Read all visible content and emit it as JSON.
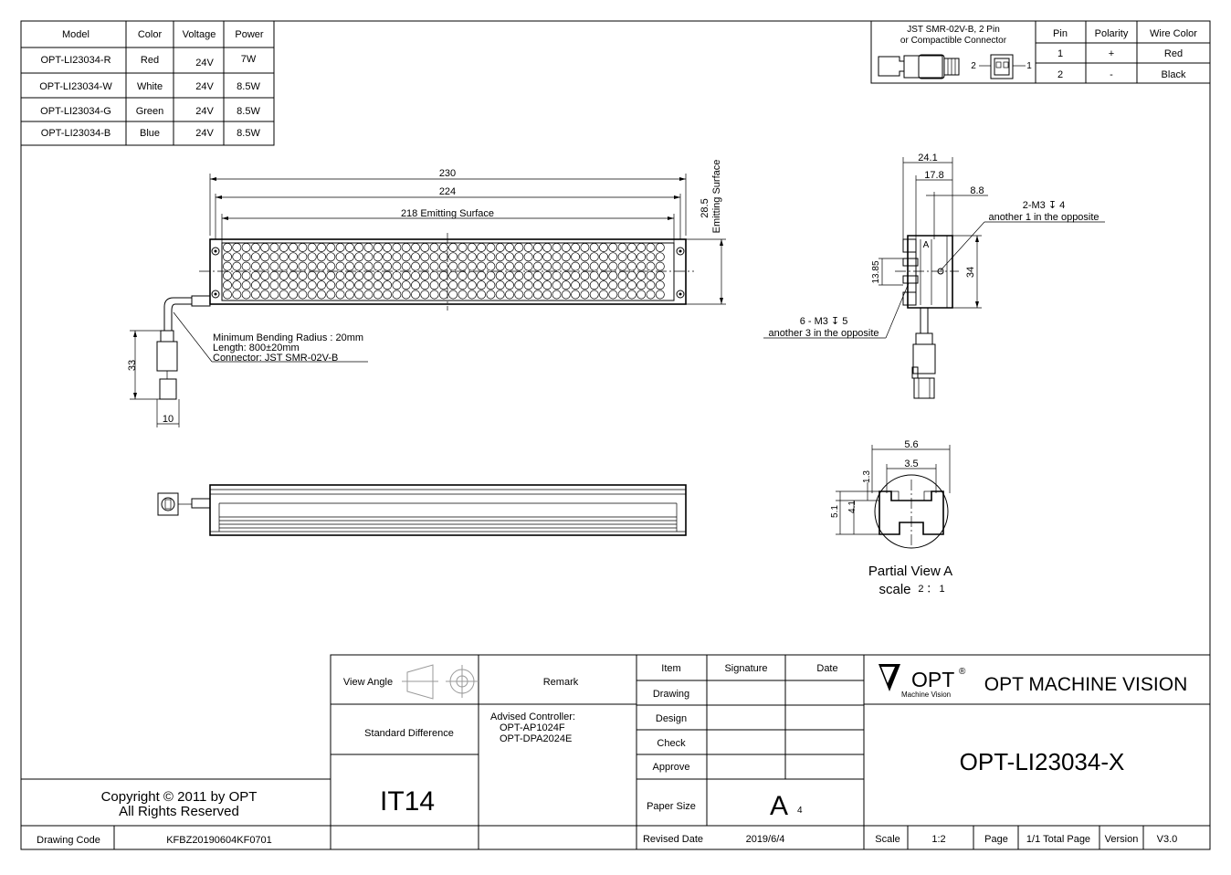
{
  "model_table": {
    "headers": [
      "Model",
      "Color",
      "Voltage",
      "Power"
    ],
    "rows": [
      [
        "OPT-LI23034-R",
        "Red",
        "24V",
        "7W"
      ],
      [
        "OPT-LI23034-W",
        "White",
        "24V",
        "8.5W"
      ],
      [
        "OPT-LI23034-G",
        "Green",
        "24V",
        "8.5W"
      ],
      [
        "OPT-LI23034-B",
        "Blue",
        "24V",
        "8.5W"
      ]
    ]
  },
  "connector_table": {
    "title_line1": "JST SMR-02V-B, 2 Pin",
    "title_line2": "or Compactible Connector",
    "pin_label_2": "2",
    "pin_label_1": "1",
    "headers": [
      "Pin",
      "Polarity",
      "Wire Color"
    ],
    "rows": [
      [
        "1",
        "+",
        "Red"
      ],
      [
        "2",
        "-",
        "Black"
      ]
    ]
  },
  "front_view": {
    "dim_230": "230",
    "dim_224": "224",
    "dim_218": "218  Emitting Surface",
    "dim_28_5": "28.5",
    "dim_emitting": "Emitting Surface",
    "dim_33": "33",
    "dim_10": "10",
    "note_line1": "Minimum Bending Radius : 20mm",
    "note_line2": "Length: 800±20mm",
    "note_line3": "Connector: JST SMR-02V-B"
  },
  "side_view": {
    "dim_24_1": "24.1",
    "dim_17_8": "17.8",
    "dim_8_8": "8.8",
    "dim_13_85": "13.85",
    "dim_34": "34",
    "label_a": "A",
    "note_m3_4": "2-M3 ↧ 4",
    "note_m3_4_sub": "another 1 in the opposite",
    "note_m3_5": "6 - M3 ↧ 5",
    "note_m3_5_sub": "another 3 in the opposite"
  },
  "partial_view": {
    "dim_5_6": "5.6",
    "dim_3_5": "3.5",
    "dim_1_3": "1.3",
    "dim_4_1": "4.1",
    "dim_5_1": "5.1",
    "title": "Partial View A",
    "scale_label": "scale",
    "scale_value": "2 ： 1"
  },
  "title_block": {
    "view_angle": "View Angle",
    "remark": "Remark",
    "standard_difference": "Standard Difference",
    "advised_line1": "Advised Controller:",
    "advised_line2": "OPT-AP1024F",
    "advised_line3": "OPT-DPA2024E",
    "tolerance": "IT14",
    "item": "Item",
    "signature": "Signature",
    "date": "Date",
    "drawing": "Drawing",
    "design": "Design",
    "check": "Check",
    "approve": "Approve",
    "paper_size": "Paper Size",
    "paper_value": "A",
    "paper_sub": "4",
    "revised_date": "Revised Date",
    "revised_value": "2019/6/4",
    "logo_text": "OPT",
    "logo_reg": "®",
    "logo_sub": "Machine Vision",
    "company": "OPT MACHINE VISION",
    "part_number": "OPT-LI23034-X",
    "scale": "Scale",
    "scale_value": "1:2",
    "page": "Page",
    "page_value": "1/1 Total Page",
    "version": "Version",
    "version_value": "V3.0",
    "copyright_line1": "Copyright © 2011 by OPT",
    "copyright_line2": "All Rights Reserved",
    "drawing_code": "Drawing Code",
    "drawing_code_value": "KFBZ20190604KF0701"
  }
}
